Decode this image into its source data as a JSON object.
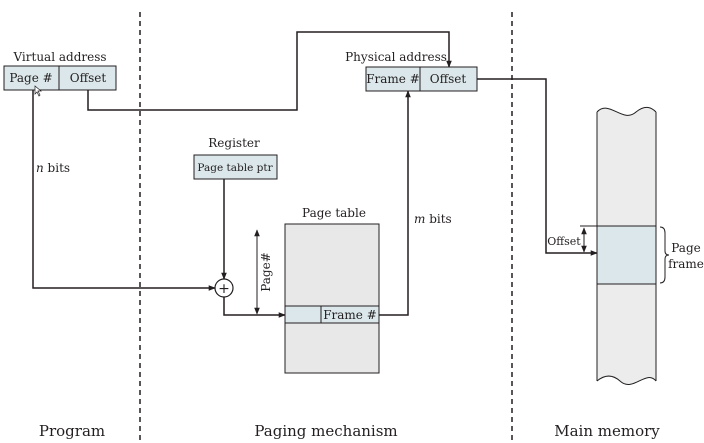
{
  "sections": {
    "program": "Program",
    "paging": "Paging mechanism",
    "memory": "Main memory"
  },
  "virtual_address": {
    "title": "Virtual address",
    "page_field": "Page #",
    "offset_field": "Offset"
  },
  "physical_address": {
    "title": "Physical address",
    "frame_field": "Frame #",
    "offset_field": "Offset"
  },
  "register": {
    "title": "Register",
    "content": "Page table ptr"
  },
  "page_table": {
    "title": "Page table",
    "entry": "Frame #",
    "index_label": "Page#"
  },
  "labels": {
    "n_bits_var": "n",
    "n_bits_unit": " bits",
    "m_bits_var": "m",
    "m_bits_unit": " bits",
    "adder": "+",
    "offset": "Offset",
    "page_frame_line1": "Page",
    "page_frame_line2": "frame"
  },
  "colors": {
    "ink": "#231f20",
    "field_fill": "#dbe7ea",
    "table_fill": "#e8e8e8"
  }
}
